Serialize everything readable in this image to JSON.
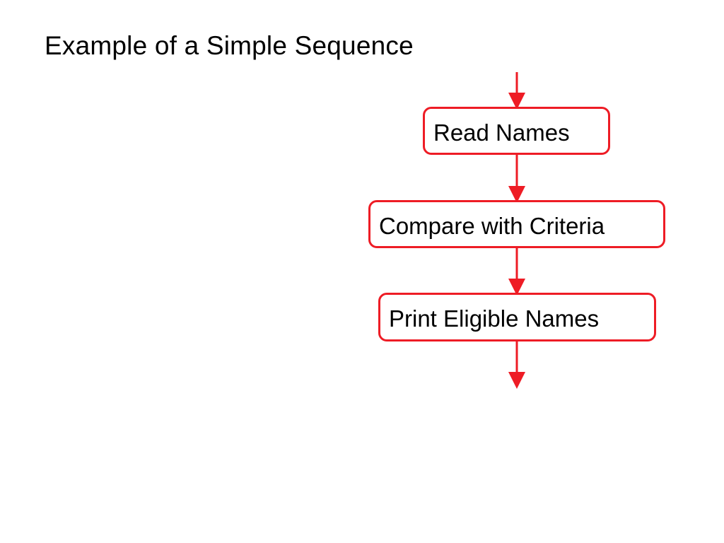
{
  "slide": {
    "title": "Example of a Simple Sequence"
  },
  "flowchart": {
    "steps": [
      {
        "label": "Read Names"
      },
      {
        "label": "Compare with Criteria"
      },
      {
        "label": "Print Eligible Names"
      }
    ],
    "colors": {
      "stroke": "#ee1c25",
      "text": "#000000",
      "background": "#ffffff"
    }
  }
}
